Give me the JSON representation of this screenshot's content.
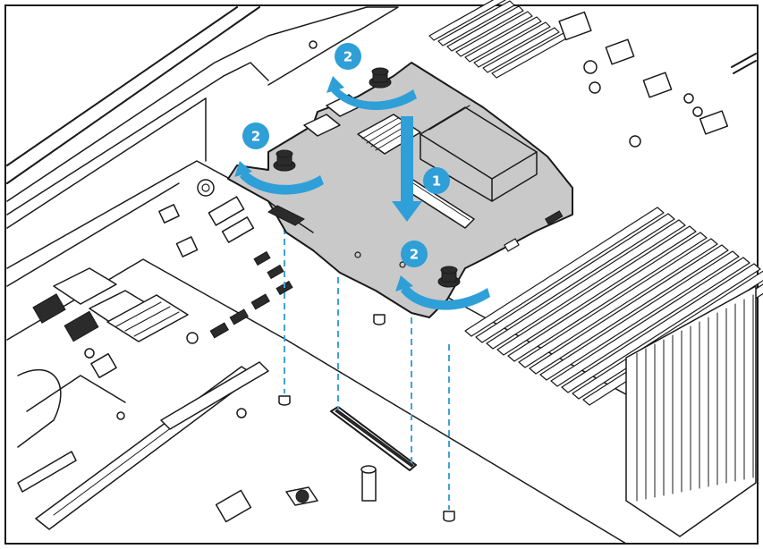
{
  "colors": {
    "step_badge": "#2f9fd8",
    "arrow": "#2f9fd8",
    "guide_line": "#3ea3d8",
    "board": "#c7c7c7",
    "outline": "#1a1a1a",
    "background": "#ffffff"
  },
  "steps": [
    {
      "label": "1",
      "meaning": "lower-board-onto-connector"
    },
    {
      "label": "2",
      "meaning": "tighten-thumbscrew-top"
    },
    {
      "label": "2",
      "meaning": "tighten-thumbscrew-left"
    },
    {
      "label": "2",
      "meaning": "tighten-thumbscrew-right"
    }
  ],
  "icons": [
    "thumbscrew-icon",
    "rotate-arrow-icon",
    "down-arrow-icon"
  ]
}
